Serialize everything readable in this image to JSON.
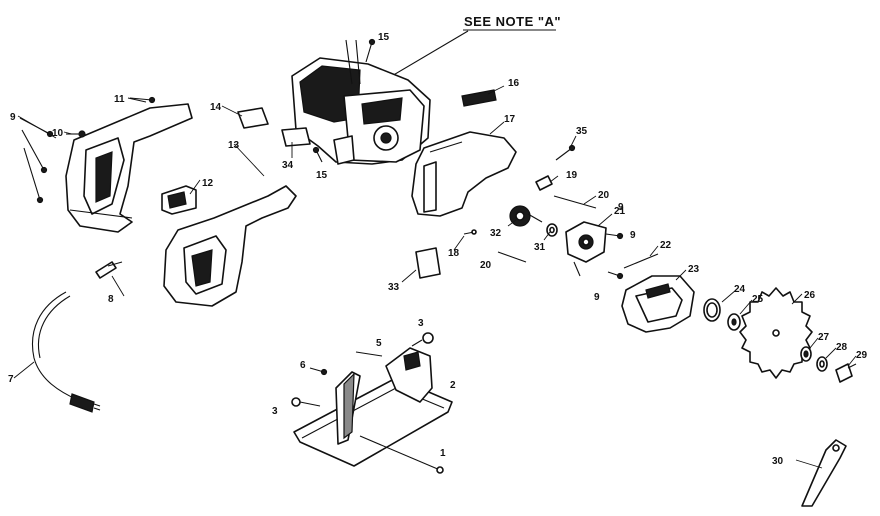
{
  "note_label": "SEE NOTE \"A\"",
  "callouts": {
    "p1": "1",
    "p2": "2",
    "p3a": "3",
    "p3b": "3",
    "p5": "5",
    "p6": "6",
    "p7": "7",
    "p8": "8",
    "p9a": "9",
    "p9b": "9",
    "p9c": "9",
    "p9d": "9",
    "p10": "10",
    "p11": "11",
    "p12": "12",
    "p13": "13",
    "p14": "14",
    "p15a": "15",
    "p15b": "15",
    "p16": "16",
    "p17": "17",
    "p18": "18",
    "p19": "19",
    "p20a": "20",
    "p20b": "20",
    "p21": "21",
    "p22": "22",
    "p23": "23",
    "p24": "24",
    "p25": "25",
    "p26": "26",
    "p27": "27",
    "p28": "28",
    "p29": "29",
    "p30": "30",
    "p31": "31",
    "p32": "32",
    "p33": "33",
    "p34": "34",
    "p35": "35"
  }
}
